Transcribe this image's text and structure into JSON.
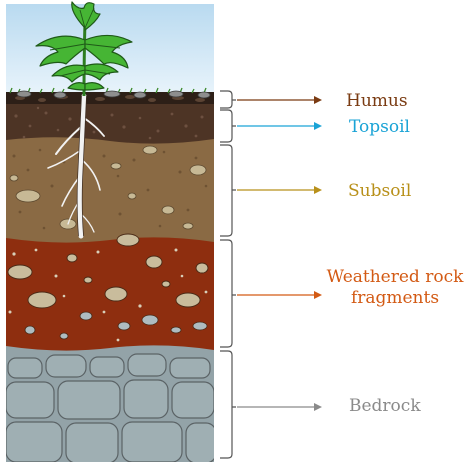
{
  "layers": [
    {
      "key": "humus",
      "label": "Humus",
      "color": "#7a3b12"
    },
    {
      "key": "topsoil",
      "label": "Topsoil",
      "color": "#1aa3d6"
    },
    {
      "key": "subsoil",
      "label": "Subsoil",
      "color": "#b8901a"
    },
    {
      "key": "weathered",
      "label": "Weathered rock fragments",
      "color": "#d35a14"
    },
    {
      "key": "bedrock",
      "label": "Bedrock",
      "color": "#8a8a8a"
    }
  ],
  "palette": {
    "sky": "#cfe6f5",
    "humus_soil": "#2d1f17",
    "topsoil_soil": "#4d3425",
    "subsoil_soil": "#8a6a44",
    "weathered_soil": "#8e2e0f",
    "bedrock_rock": "#93a3a8",
    "pebble": "#bfb79f",
    "pebble_grey": "#a5b1b4",
    "plant": "#3dab2e",
    "root": "#f3f3f3",
    "bracket": "#555555",
    "arrow_gray": "#777777"
  }
}
